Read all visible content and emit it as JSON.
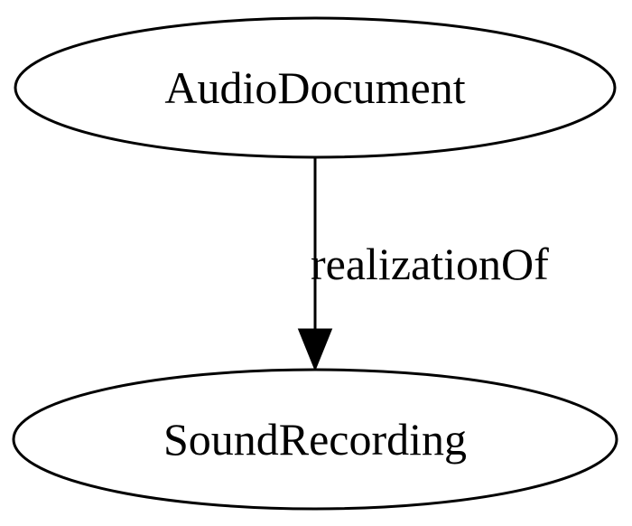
{
  "diagram": {
    "nodes": {
      "source": {
        "label": "AudioDocument"
      },
      "target": {
        "label": "SoundRecording"
      }
    },
    "edges": {
      "relation": {
        "label": "realizationOf"
      }
    }
  }
}
